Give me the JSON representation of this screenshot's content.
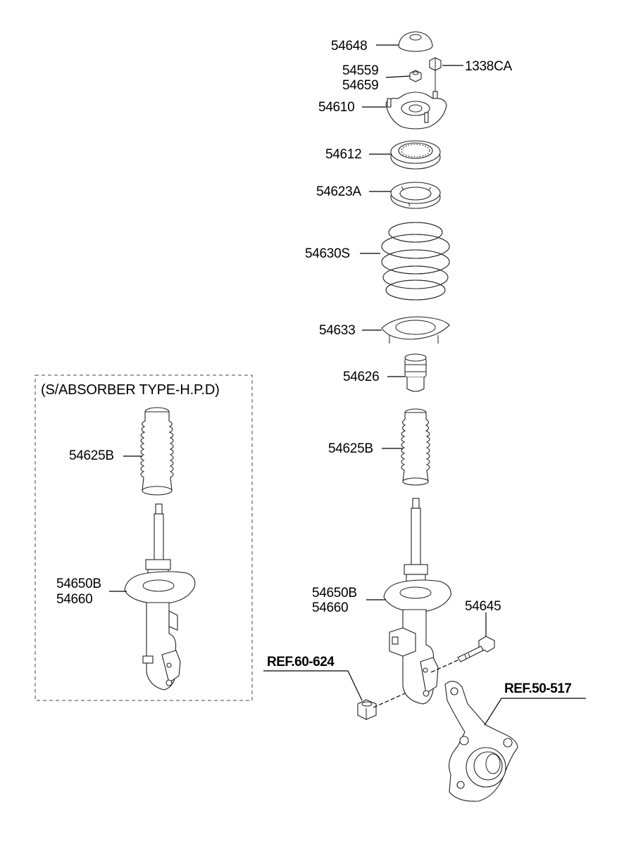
{
  "inset": {
    "title": "(S/ABSORBER TYPE-H.P.D)",
    "labels": {
      "boot": "54625B",
      "strut_a": "54650B",
      "strut_b": "54660"
    }
  },
  "callouts": {
    "c54648": "54648",
    "c1338ca": "1338CA",
    "c54559": "54559",
    "c54659": "54659",
    "c54610": "54610",
    "c54612": "54612",
    "c54623a": "54623A",
    "c54630s": "54630S",
    "c54633": "54633",
    "c54626": "54626",
    "c54625b": "54625B",
    "c54650b": "54650B",
    "c54660": "54660",
    "c54645": "54645"
  },
  "refs": {
    "ref_60_624": "REF.60-624",
    "ref_50_517": "REF.50-517"
  }
}
